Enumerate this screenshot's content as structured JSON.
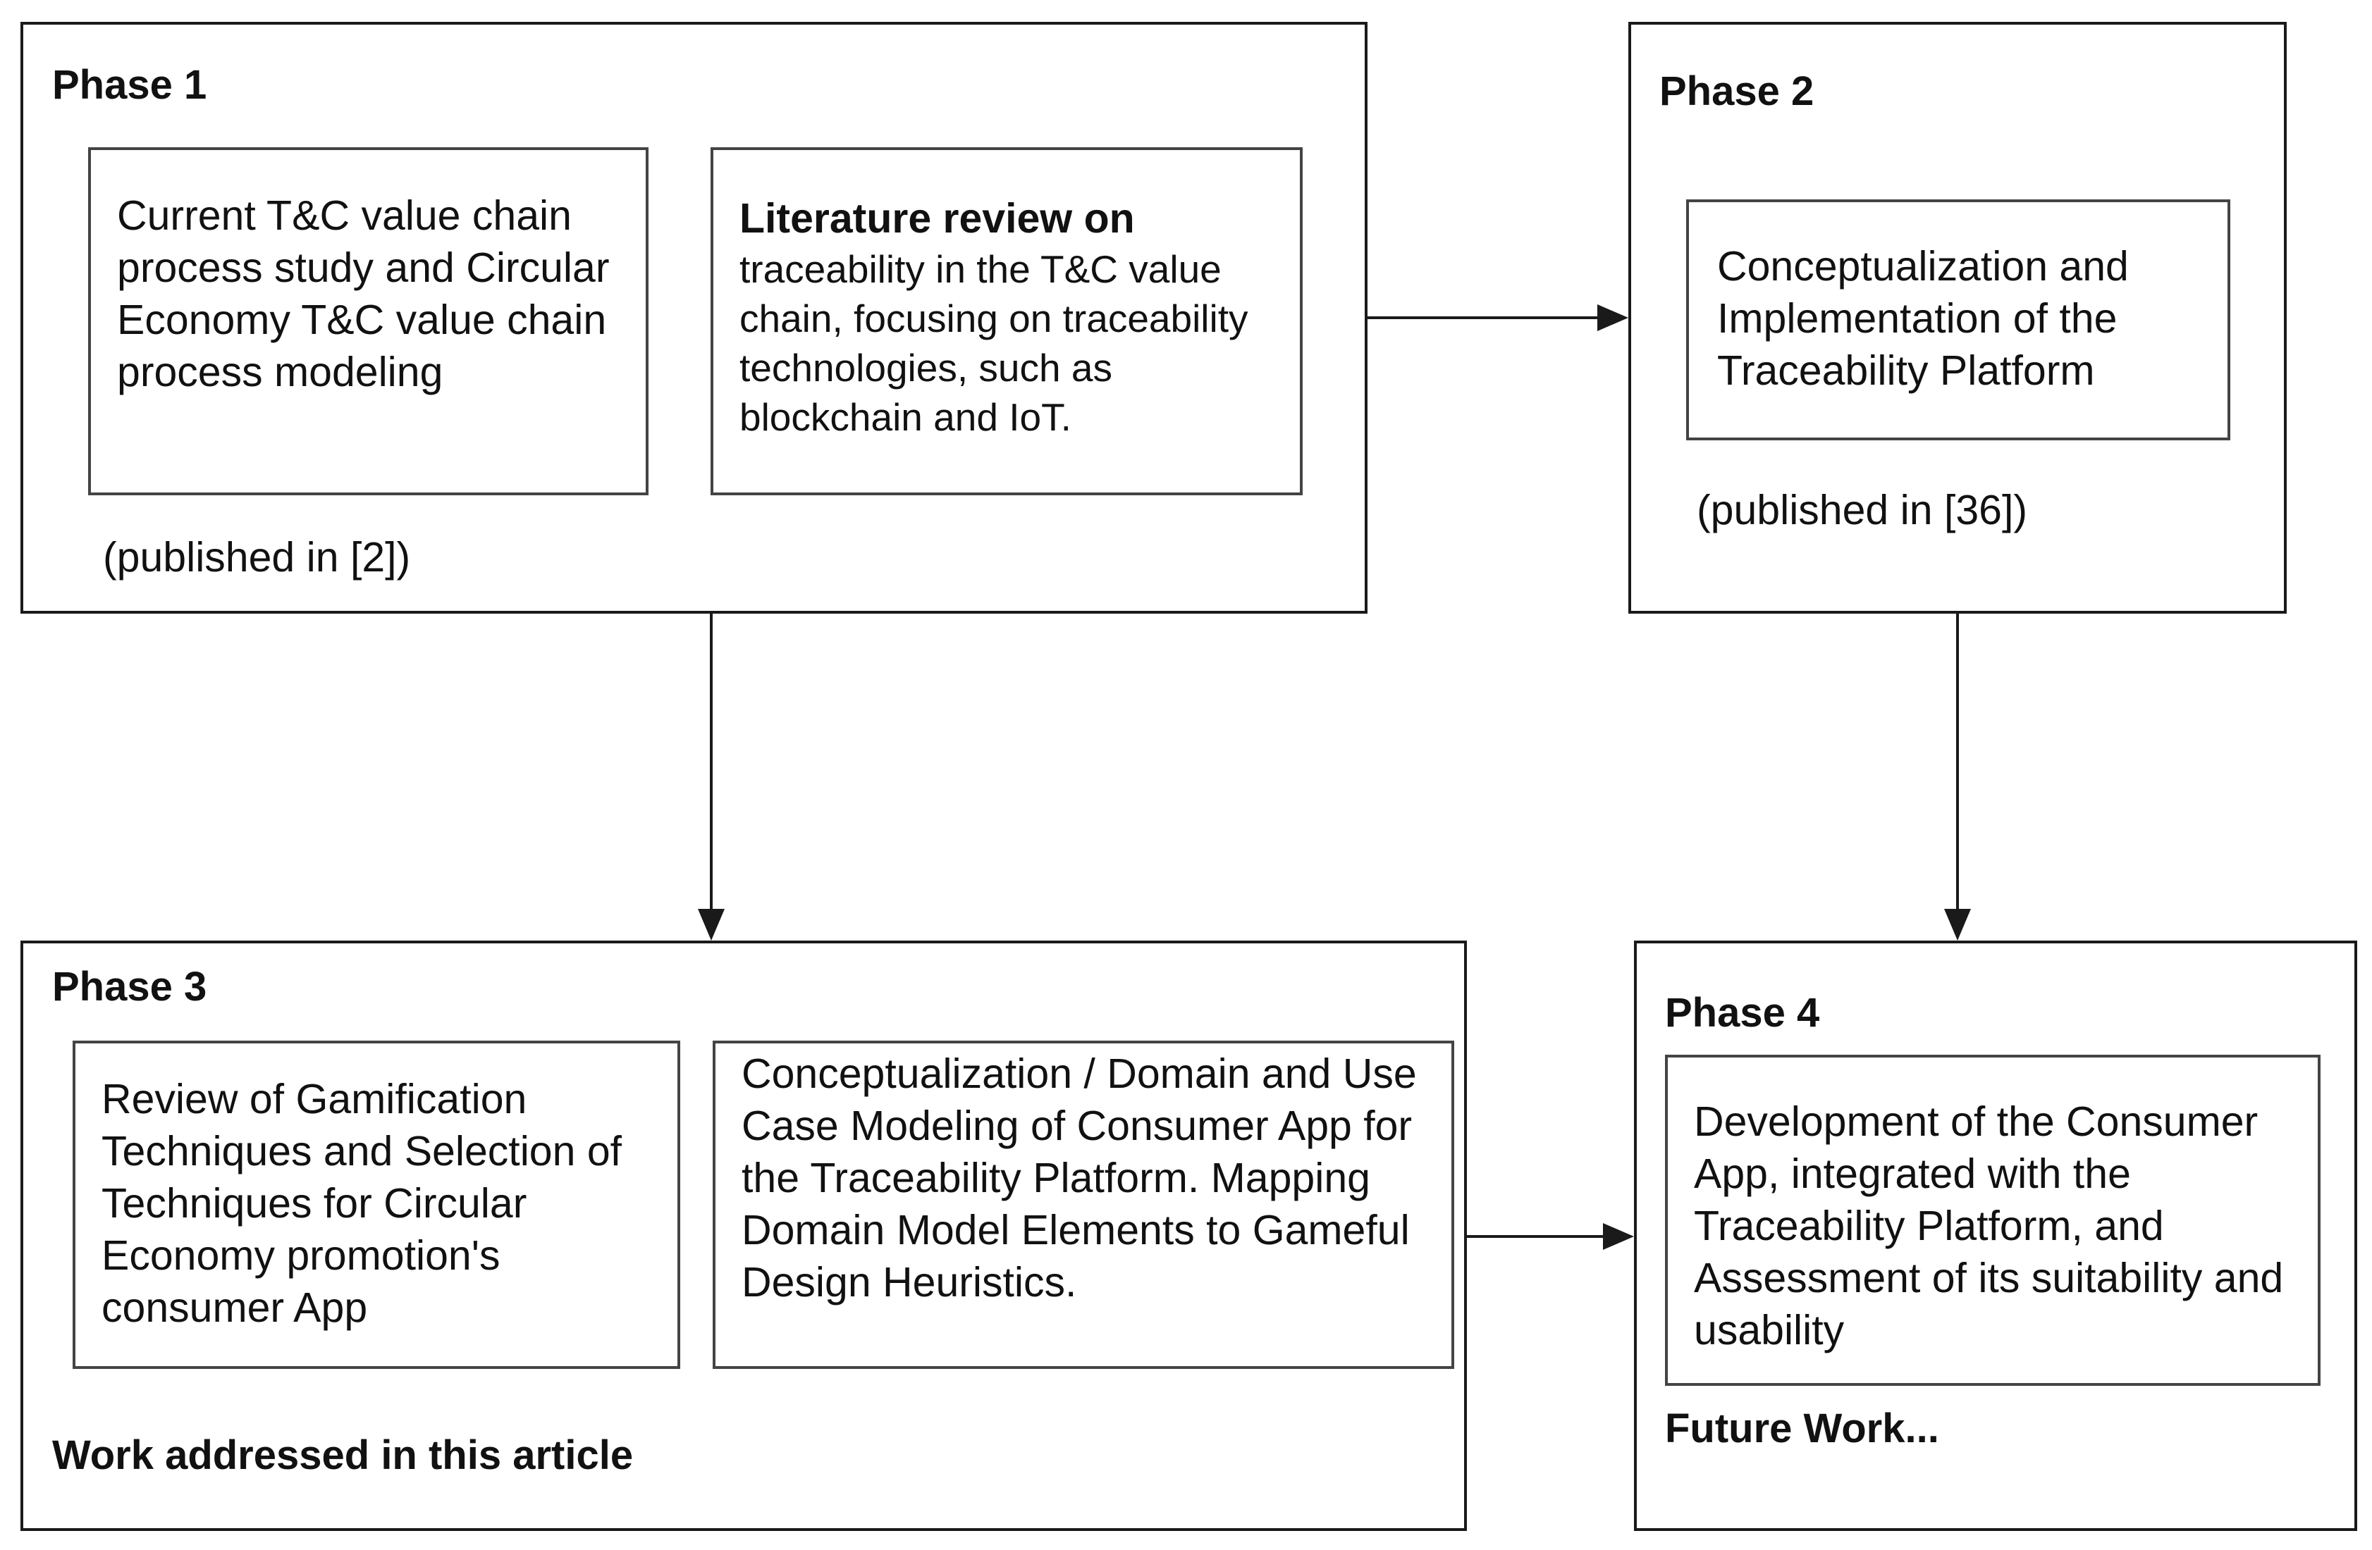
{
  "phase1": {
    "title": "Phase 1",
    "box_a": "Current T&C value chain process study and Circular Economy T&C value chain process modeling",
    "box_b_heading": "Literature review on",
    "box_b_body": "traceability in the T&C value chain, focusing on traceability technologies, such as blockchain and IoT.",
    "note": "(published in [2])"
  },
  "phase2": {
    "title": "Phase 2",
    "box": "Conceptualization and Implementation of the Traceability Platform",
    "note": "(published in [36])"
  },
  "phase3": {
    "title": "Phase 3",
    "box_a": "Review of Gamification Techniques and Selection of Techniques for Circular Economy promotion's consumer App",
    "box_b": "Conceptualization / Domain and Use Case Modeling of Consumer App for the Traceability Platform. Mapping Domain Model Elements to Gameful Design Heuristics.",
    "footer": "Work addressed in this article"
  },
  "phase4": {
    "title": "Phase 4",
    "box": "Development of the Consumer App, integrated with the Traceability Platform, and Assessment of its suitability and usability",
    "footer": "Future Work..."
  },
  "colors": {
    "border": "#1a1a1a",
    "inner_border": "#444444",
    "arrow": "#1a1a1a",
    "background": "#ffffff"
  }
}
